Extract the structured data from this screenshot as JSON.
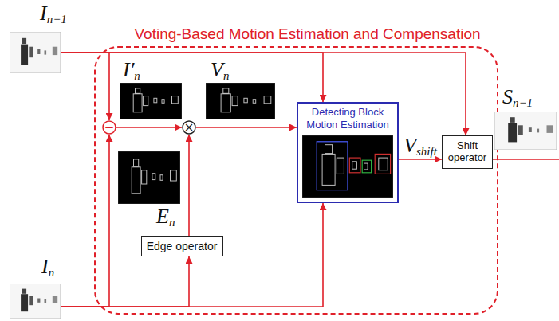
{
  "diagram": {
    "nodes": [
      {
        "text": [
          "Voting-Based Motion Estimation and Compensation"
        ]
      },
      {
        "text": [
          "In−1"
        ]
      },
      {
        "text": [
          "In"
        ]
      },
      {
        "text": [
          "−"
        ],
        "in": 0
      },
      {
        "text": [
          "I′n"
        ],
        "in": 0
      },
      {
        "text": [
          "Vn"
        ],
        "in": 0
      },
      {
        "text": [
          "×"
        ],
        "in": 0
      },
      {
        "text": [
          "En"
        ],
        "in": 0
      },
      {
        "text": [
          "Edge operator"
        ],
        "in": 0
      },
      {
        "text": [
          "Detecting Block Motion Estimation"
        ],
        "in": 0
      },
      {
        "text": [
          "Shift operator"
        ],
        "in": 0
      },
      {
        "text": [
          "Sn−1"
        ]
      }
    ],
    "edges": [
      {
        "from": 1,
        "to": 3,
        "arrow": "to"
      },
      {
        "from": 1,
        "to": 9,
        "arrow": "to"
      },
      {
        "from": 1,
        "to": 10,
        "arrow": "to"
      },
      {
        "from": 2,
        "to": 3,
        "arrow": "to"
      },
      {
        "from": 2,
        "to": 8,
        "arrow": "to"
      },
      {
        "from": 2,
        "to": 9,
        "arrow": "to"
      },
      {
        "from": 3,
        "to": 6,
        "arrow": "to"
      },
      {
        "from": 8,
        "to": 6,
        "arrow": "to"
      },
      {
        "from": 6,
        "to": 9,
        "arrow": "to"
      },
      {
        "from": 9,
        "to": 10,
        "label": "Vshift",
        "arrow": "to"
      }
    ]
  }
}
